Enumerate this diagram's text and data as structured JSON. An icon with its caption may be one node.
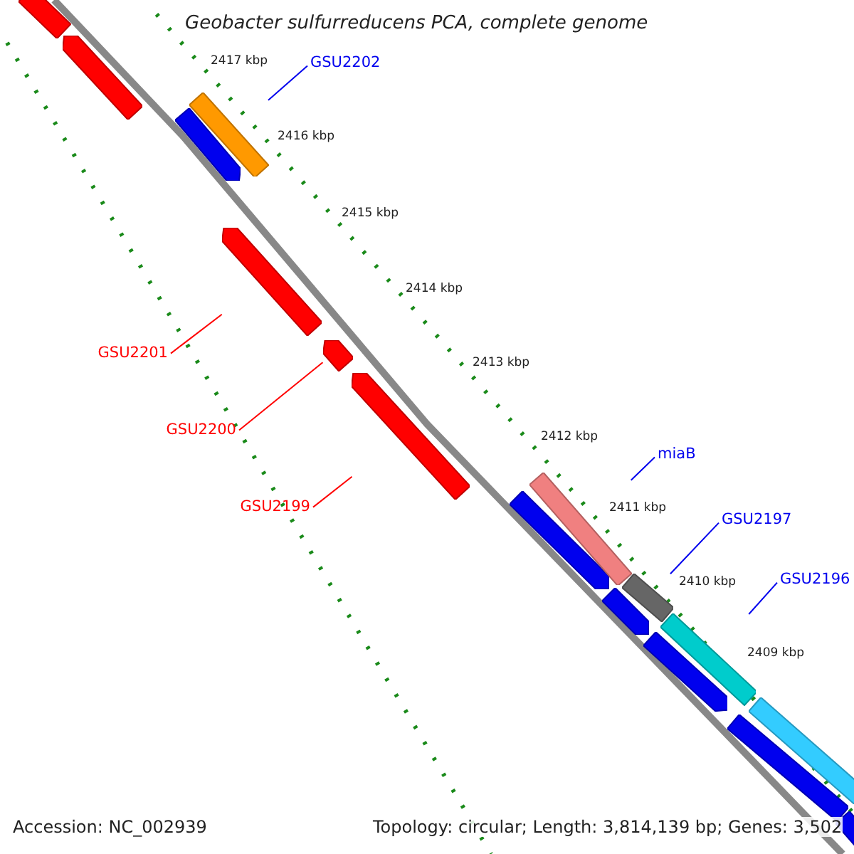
{
  "diagram": {
    "title": "Geobacter sulfurreducens PCA, complete genome",
    "nodes": [
      {
        "text": [],
        "shape": "bar"
      },
      {
        "text": [],
        "shape": "bar"
      },
      {
        "text": [
          "GSU2202"
        ]
      },
      {
        "text": [],
        "shape": "bar"
      },
      {
        "text": [],
        "shape": "bar"
      },
      {
        "text": [
          "GSU2201"
        ]
      },
      {
        "text": [],
        "shape": "bar"
      },
      {
        "text": [
          "GSU2200"
        ]
      },
      {
        "text": [],
        "shape": "bar"
      },
      {
        "text": [
          "GSU2199"
        ]
      },
      {
        "text": [],
        "shape": "bar"
      },
      {
        "text": [
          "miaB"
        ]
      },
      {
        "text": [],
        "shape": "bar"
      },
      {
        "text": [],
        "shape": "bar"
      },
      {
        "text": [
          "GSU2197"
        ]
      },
      {
        "text": [],
        "shape": "bar"
      },
      {
        "text": [],
        "shape": "bar"
      },
      {
        "text": [
          "GSU2196"
        ]
      },
      {
        "text": [],
        "shape": "bar"
      },
      {
        "text": [],
        "shape": "bar"
      },
      {
        "text": [],
        "shape": "bar"
      },
      {
        "text": [],
        "shape": "bar"
      },
      {
        "text": [],
        "shape": "bar"
      }
    ],
    "edges": [
      {
        "from": 2,
        "to": 4,
        "arrow": "none"
      },
      {
        "from": 5,
        "to": 6,
        "arrow": "none",
        "color": "#ff0000"
      },
      {
        "from": 7,
        "to": 8,
        "arrow": "none",
        "color": "#ff0000"
      },
      {
        "from": 9,
        "to": 10,
        "arrow": "none",
        "color": "#ff0000"
      },
      {
        "from": 11,
        "to": 13,
        "arrow": "none"
      },
      {
        "from": 14,
        "to": 16,
        "arrow": "none"
      },
      {
        "from": 17,
        "to": 18,
        "arrow": "none"
      }
    ],
    "labels": [
      "2417 kbp",
      "2416 kbp",
      "2415 kbp",
      "2414 kbp",
      "2413 kbp",
      "2412 kbp",
      "2411 kbp",
      "2410 kbp",
      "2409 kbp",
      "Accession: NC_002939",
      "Topology: circular; Length: 3,814,139 bp; Genes: 3,502"
    ]
  }
}
